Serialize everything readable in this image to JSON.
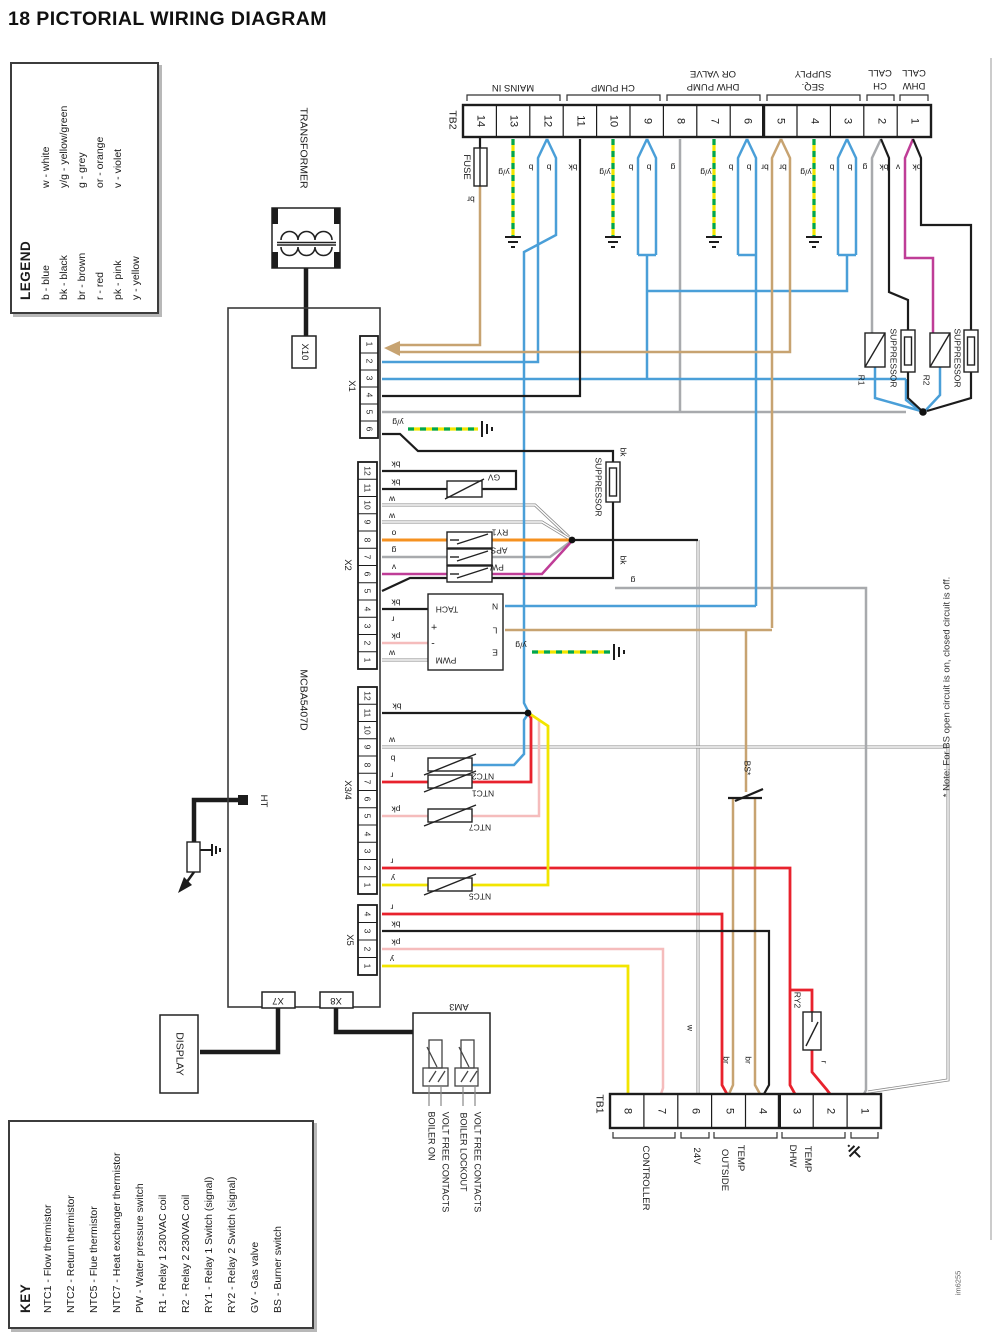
{
  "title": "18  PICTORIAL WIRING DIAGRAM",
  "codes": {
    "b": "b",
    "bk": "bk",
    "br": "br",
    "r": "r",
    "pk": "pk",
    "y": "y",
    "w": "w",
    "g": "g",
    "o": "o",
    "v": "v",
    "yg": "y/g"
  },
  "palette": {
    "blue": "#4a9fd8",
    "black": "#1c1c1c",
    "brown": "#c7a371",
    "red": "#e8222d",
    "pink": "#f5bcbc",
    "yellow": "#f2e500",
    "grey": "#a8aaad",
    "orange": "#f59120",
    "violet": "#bf3d97",
    "green": "#00a650",
    "white_wire": "#8a8a8a"
  },
  "legend": {
    "heading": "LEGEND",
    "rows": [
      [
        "b  - blue",
        "w  - white"
      ],
      [
        "bk - black",
        "y/g - yellow/green"
      ],
      [
        "br - brown",
        "g  - grey"
      ],
      [
        "r  - red",
        "or - orange"
      ],
      [
        "pk - pink",
        "v  - violet"
      ],
      [
        "y  - yellow",
        ""
      ]
    ]
  },
  "key": {
    "heading": "KEY",
    "entries": [
      "NTC1 - Flow thermistor",
      "NTC2 - Return thermistor",
      "NTC5 - Flue thermistor",
      "NTC7 - Heat exchanger thermistor",
      "PW  - Water pressure switch",
      "R1   - Relay 1 230VAC coil",
      "R2   - Relay 2 230VAC coil",
      "RY1 - Relay 1 Switch (signal)",
      "RY2 - Relay 2 Switch (signal)",
      "GV  - Gas valve",
      "BS   - Burner switch"
    ]
  },
  "transformer": "TRANSFORMER",
  "board": "MCBA5407D",
  "connectors": {
    "x10": "X10",
    "x1": "X1",
    "x2": "X2",
    "x34": "X3/4",
    "x5": "X5",
    "x7": "X7",
    "x8": "X8",
    "ht": "HT",
    "display": "DISPLAY",
    "am3": "AM3"
  },
  "tb2": {
    "label": "TB2",
    "fuse": "FUSE",
    "terminals": [
      "14",
      "13",
      "12",
      "11",
      "10",
      "9",
      "8",
      "7",
      "6",
      "5",
      "4",
      "3",
      "2",
      "1"
    ],
    "groups": {
      "mains": "MAINS IN",
      "ch_pump": "CH PUMP",
      "dhw_pump_l1": "DHW PUMP",
      "dhw_pump_l2": "OR VALVE",
      "seq_l1": "SEQ.",
      "seq_l2": "SUPPLY",
      "ch_call_l1": "CH",
      "ch_call_l2": "CALL",
      "dhw_call_l1": "DHW",
      "dhw_call_l2": "CALL"
    }
  },
  "tb1": {
    "label": "TB1",
    "terminals": [
      "8",
      "7",
      "6",
      "5",
      "4",
      "3",
      "2",
      "1"
    ],
    "groups": {
      "controller": "CONTROLLER",
      "v24": "24V",
      "outside_l1": "OUTSIDE",
      "outside_l2": "TEMP",
      "dhw_l1": "DHW",
      "dhw_l2": "TEMP"
    }
  },
  "x1_pins": [
    "1",
    "2",
    "3",
    "4",
    "5",
    "6"
  ],
  "x2_pins": [
    "12",
    "11",
    "10",
    "9",
    "8",
    "7",
    "6",
    "5",
    "4",
    "3",
    "2",
    "1"
  ],
  "x34_pins": [
    "12",
    "11",
    "10",
    "9",
    "8",
    "7",
    "6",
    "5",
    "4",
    "3",
    "2",
    "1"
  ],
  "x5_pins": [
    "4",
    "3",
    "2",
    "1"
  ],
  "fan": {
    "tach": "TACH",
    "plus": "+",
    "minus": "-",
    "pwm": "PWM",
    "n": "N",
    "l": "L",
    "e": "E"
  },
  "components": {
    "gv": "GV",
    "ry1": "RY1",
    "aps": "APS",
    "pw": "PW",
    "suppressor": "SUPPRESSOR",
    "r1": "R1",
    "r2": "R2",
    "ry2": "RY2",
    "bs": "BS*",
    "ntc1": "NTC1",
    "ntc2": "NTC2",
    "ntc7": "NTC7",
    "ntc5": "NTC5"
  },
  "am3": {
    "boiler_on": "BOILER ON",
    "vfc1": "VOLT FREE CONTACTS",
    "boiler_lockout": "BOILER LOCKOUT",
    "vfc2": "VOLT FREE CONTACTS"
  },
  "note": "* Note: For BS open circuit is on, closed circuit is off.",
  "doc_ref": "im6255"
}
